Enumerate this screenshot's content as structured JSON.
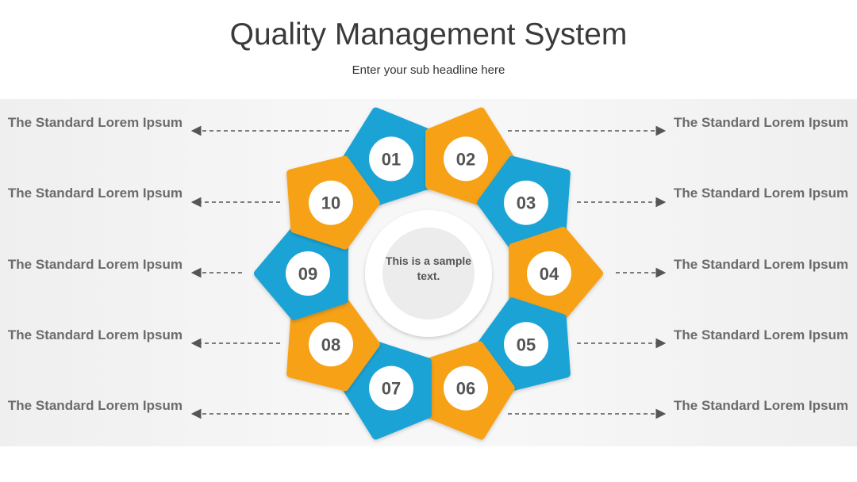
{
  "title": "Quality Management System",
  "subtitle": "Enter your sub headline here",
  "center_text": "This is a sample text.",
  "colors": {
    "blue": "#1aa3d6",
    "orange": "#f7a116",
    "ring": "#d9d9d9",
    "arrow": "#555555"
  },
  "segments": [
    {
      "number": "01",
      "color": "blue"
    },
    {
      "number": "02",
      "color": "orange"
    },
    {
      "number": "03",
      "color": "blue"
    },
    {
      "number": "04",
      "color": "orange"
    },
    {
      "number": "05",
      "color": "blue"
    },
    {
      "number": "06",
      "color": "orange"
    },
    {
      "number": "07",
      "color": "blue"
    },
    {
      "number": "08",
      "color": "orange"
    },
    {
      "number": "09",
      "color": "blue"
    },
    {
      "number": "10",
      "color": "orange"
    }
  ],
  "labels_left": [
    "The Standard Lorem Ipsum",
    "The Standard Lorem Ipsum",
    "The Standard Lorem Ipsum",
    "The Standard Lorem Ipsum",
    "The Standard Lorem Ipsum"
  ],
  "labels_right": [
    "The Standard Lorem Ipsum",
    "The Standard Lorem Ipsum",
    "The Standard Lorem Ipsum",
    "The Standard Lorem Ipsum",
    "The Standard Lorem Ipsum"
  ]
}
